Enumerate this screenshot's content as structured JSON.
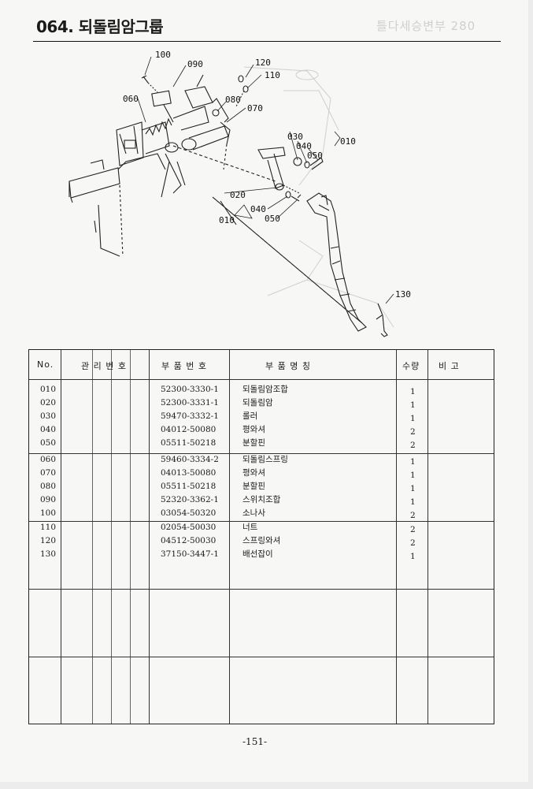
{
  "page": {
    "title": "064. 되돌림암그룹",
    "header_ghost": "틀다세승변부  280",
    "page_number": "-151-"
  },
  "diagram": {
    "callouts": [
      "100",
      "090",
      "120",
      "110",
      "060",
      "080",
      "070",
      "030",
      "040",
      "010",
      "050",
      "020",
      "040",
      "010",
      "050",
      "130"
    ]
  },
  "table": {
    "headers": {
      "no": "No.",
      "mgmt": "관 리 번 호",
      "part_no": "부 품 번 호",
      "name": "부   품   명   칭",
      "qty": "수량",
      "remark": "비   고"
    },
    "groups": [
      {
        "rows": [
          {
            "no": "010",
            "part_no": "52300-3330-1",
            "name": "되돌림암조합",
            "qty": "1"
          },
          {
            "no": "020",
            "part_no": "52300-3331-1",
            "name": "되돌림암",
            "qty": "1"
          },
          {
            "no": "030",
            "part_no": "59470-3332-1",
            "name": "롤러",
            "qty": "1"
          },
          {
            "no": "040",
            "part_no": "04012-50080",
            "name": "평와셔",
            "qty": "2"
          },
          {
            "no": "050",
            "part_no": "05511-50218",
            "name": "분할핀",
            "qty": "2"
          }
        ]
      },
      {
        "rows": [
          {
            "no": "060",
            "part_no": "59460-3334-2",
            "name": "되돌림스프링",
            "qty": "1"
          },
          {
            "no": "070",
            "part_no": "04013-50080",
            "name": "평와셔",
            "qty": "1"
          },
          {
            "no": "080",
            "part_no": "05511-50218",
            "name": "분할핀",
            "qty": "1"
          },
          {
            "no": "090",
            "part_no": "52320-3362-1",
            "name": "스위치조합",
            "qty": "1"
          },
          {
            "no": "100",
            "part_no": "03054-50320",
            "name": "소나사",
            "qty": "2"
          }
        ]
      },
      {
        "rows": [
          {
            "no": "110",
            "part_no": "02054-50030",
            "name": "너트",
            "qty": "2"
          },
          {
            "no": "120",
            "part_no": "04512-50030",
            "name": "스프링와셔",
            "qty": "2"
          },
          {
            "no": "130",
            "part_no": "37150-3447-1",
            "name": "배선잡이",
            "qty": "1"
          }
        ]
      }
    ]
  }
}
